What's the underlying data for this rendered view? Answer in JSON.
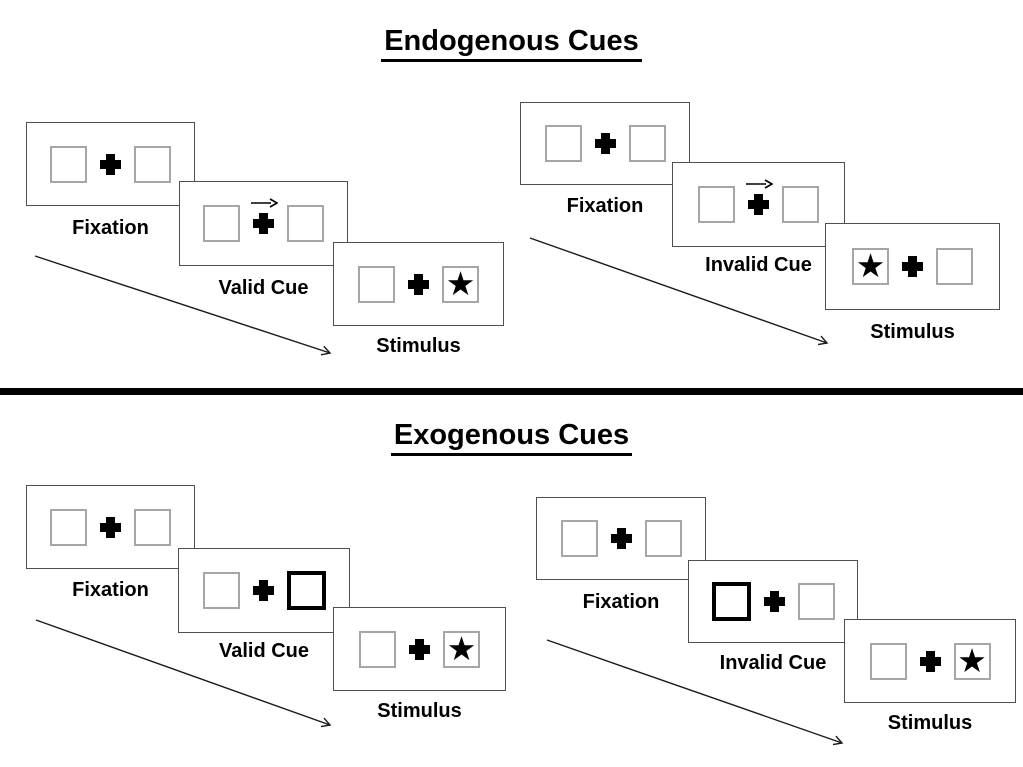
{
  "sections": [
    {
      "title": "Endogenous Cues",
      "panels": [
        {
          "condition": "valid",
          "steps": [
            {
              "label": "Fixation",
              "left_box": "empty",
              "right_box": "empty",
              "cue": "none"
            },
            {
              "label": "Valid Cue",
              "left_box": "empty",
              "right_box": "empty",
              "cue": "right-arrow-above-fixation-cross"
            },
            {
              "label": "Stimulus",
              "left_box": "empty",
              "right_box": "star",
              "cue": "none"
            }
          ]
        },
        {
          "condition": "invalid",
          "steps": [
            {
              "label": "Fixation",
              "left_box": "empty",
              "right_box": "empty",
              "cue": "none"
            },
            {
              "label": "Invalid Cue",
              "left_box": "empty",
              "right_box": "empty",
              "cue": "right-arrow-above-fixation-cross"
            },
            {
              "label": "Stimulus",
              "left_box": "star",
              "right_box": "empty",
              "cue": "none"
            }
          ]
        }
      ]
    },
    {
      "title": "Exogenous Cues",
      "panels": [
        {
          "condition": "valid",
          "steps": [
            {
              "label": "Fixation",
              "left_box": "empty",
              "right_box": "empty",
              "cue": "none"
            },
            {
              "label": "Valid Cue",
              "left_box": "empty",
              "right_box": "thick-outline",
              "cue": "thick-outline-right-box"
            },
            {
              "label": "Stimulus",
              "left_box": "empty",
              "right_box": "star",
              "cue": "none"
            }
          ]
        },
        {
          "condition": "invalid",
          "steps": [
            {
              "label": "Fixation",
              "left_box": "empty",
              "right_box": "empty",
              "cue": "none"
            },
            {
              "label": "Invalid Cue",
              "left_box": "thick-outline",
              "right_box": "empty",
              "cue": "thick-outline-left-box"
            },
            {
              "label": "Stimulus",
              "left_box": "empty",
              "right_box": "star",
              "cue": "none"
            }
          ]
        }
      ]
    }
  ],
  "icons": {
    "star": "★",
    "fixation_cross": "plus-cross",
    "cue_arrow": "right-arrow",
    "timeline_arrow": "diagonal-down-right-arrow"
  },
  "colors": {
    "background": "#ffffff",
    "ink": "#000000",
    "card_border": "#4f4f4f",
    "placeholder_box_border": "#a6a6a6",
    "divider": "#000000"
  }
}
